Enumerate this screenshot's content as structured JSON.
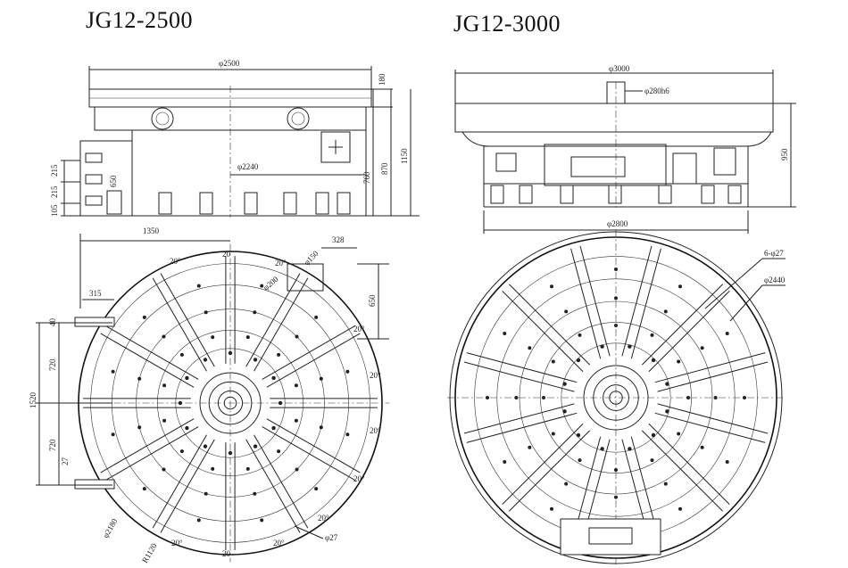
{
  "left_model": {
    "title": "JG12-2500",
    "elevation": {
      "dia_top": "φ2500",
      "dia_mid": "φ2240",
      "h_180": "180",
      "h_1150": "1150",
      "h_870": "870",
      "h_760": "760",
      "h_650": "650",
      "h_215a": "215",
      "h_215b": "215",
      "h_105": "105"
    },
    "plan": {
      "w_1350": "1350",
      "w_328": "328",
      "w_315": "315",
      "h_650": "650",
      "h_40": "40",
      "h_720a": "720",
      "h_720b": "720",
      "h_1520": "1520",
      "h_27": "27",
      "dia_150": "φ150",
      "dia_200": "φ200",
      "slot_20": "20",
      "angle": "20°",
      "dia_2180": "φ2180",
      "r_1120": "R1120",
      "dia_27": "φ27"
    }
  },
  "right_model": {
    "title": "JG12-3000",
    "elevation": {
      "dia_top": "φ3000",
      "bore": "φ280h6",
      "dia_bottom": "φ2800",
      "h_950": "950"
    },
    "plan": {
      "holes": "6-φ27",
      "dia_2440": "φ2440"
    }
  }
}
